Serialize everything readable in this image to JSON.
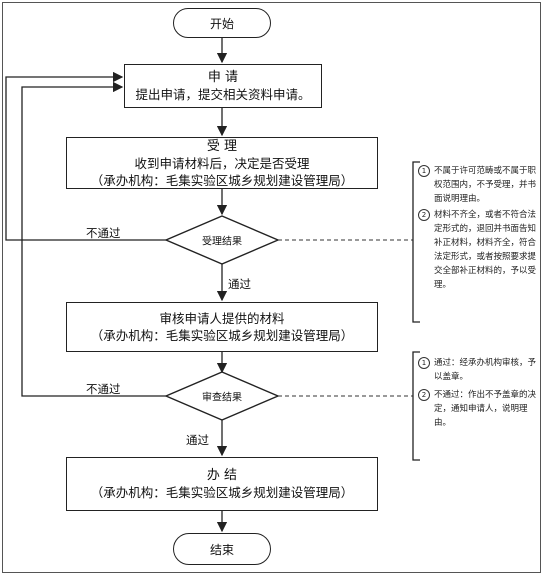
{
  "start": "开始",
  "apply": {
    "title": "申 请",
    "text": "提出申请，提交相关资料申请。"
  },
  "accept": {
    "title": "受  理",
    "line1": "收到申请材料后，决定是否受理",
    "line2": "（承办机构：毛集实验区城乡规划建设管理局）"
  },
  "decision1": "受理结果",
  "review": {
    "line1": "审核申请人提供的材料",
    "line2": "（承办机构：毛集实验区城乡规划建设管理局）"
  },
  "decision2": "审查结果",
  "handle": {
    "title": "办  结",
    "line1": "（承办机构：毛集实验区城乡规划建设管理局）"
  },
  "end": "结束",
  "edge_labels": {
    "fail1": "不通过",
    "pass1": "通过",
    "fail2": "不通过",
    "pass2": "通过"
  },
  "note1": [
    {
      "num": "1",
      "text": "不属于许可范畴或不属于职权范围内，不予受理，并书面说明理由。"
    },
    {
      "num": "2",
      "text": "材料不齐全，或者不符合法定形式的，退回并书面告知补正材料，材料齐全，符合法定形式，或者按照要求提交全部补正材料的，予以受理。"
    }
  ],
  "note2": [
    {
      "num": "1",
      "text": "通过：经承办机构审核，予以盖章。"
    },
    {
      "num": "2",
      "text": "不通过：作出不予盖章的决定，通知申请人，说明理由。"
    }
  ]
}
